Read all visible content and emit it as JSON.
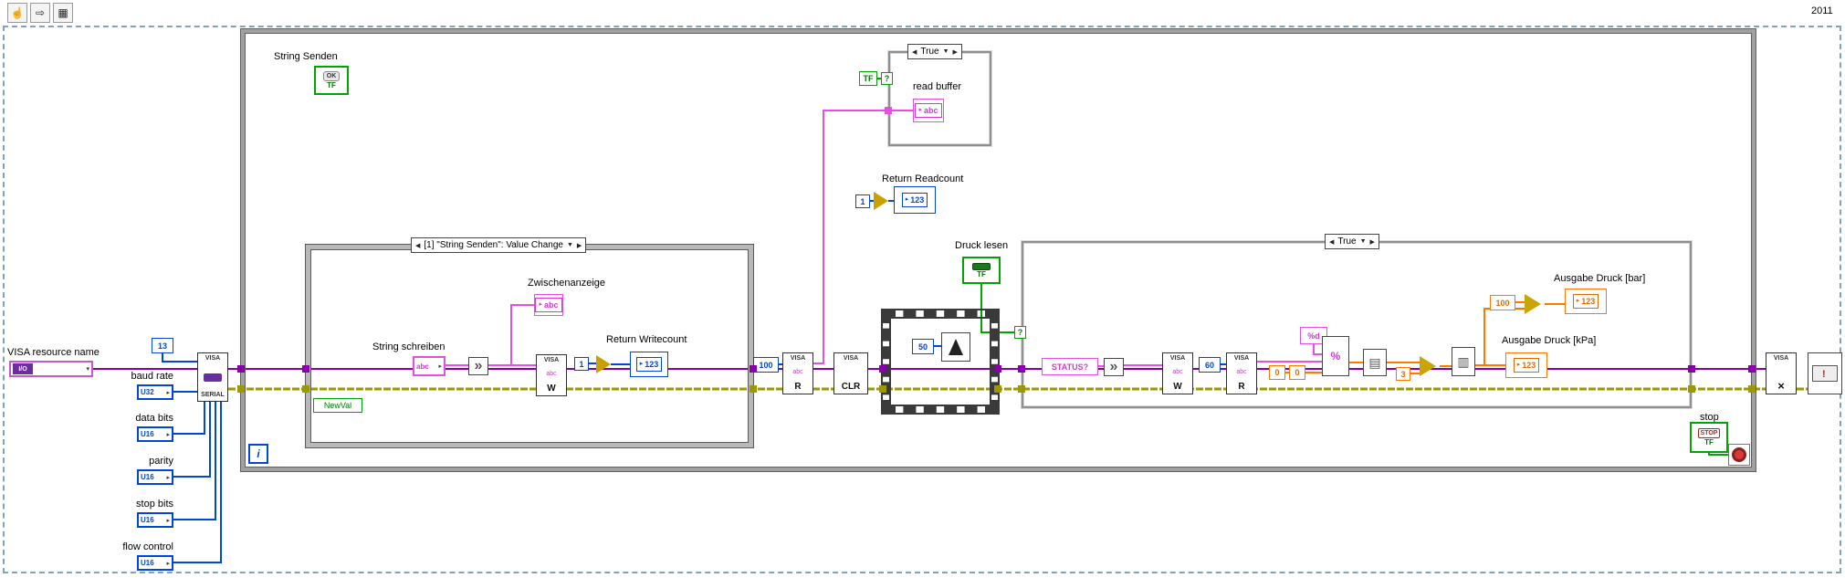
{
  "meta": {
    "version_label": "2011"
  },
  "colors": {
    "visa_wire": "#8800aa",
    "error_wire": "#9a9a00",
    "string_wire": "#e64fe6",
    "int_wire": "#0047d8",
    "float_wire": "#ff7700",
    "bool_wire": "#00a600"
  },
  "toolbar": {
    "tools": [
      {
        "name": "operate-tool",
        "glyph": "☝"
      },
      {
        "name": "position-tool",
        "glyph": "⇨"
      },
      {
        "name": "edit-tool",
        "glyph": "▦"
      }
    ]
  },
  "labels": {
    "visa_resource": "VISA resource name",
    "baud_rate": "baud rate",
    "data_bits": "data bits",
    "parity": "parity",
    "stop_bits": "stop bits",
    "flow_control": "flow control",
    "string_senden": "String Senden",
    "string_schreiben": "String schreiben",
    "zwischenanzeige": "Zwischenanzeige",
    "return_writecount": "Return Writecount",
    "newval": "NewVal",
    "read_buffer": "read buffer",
    "return_readcount": "Return Readcount",
    "druck_lesen": "Druck lesen",
    "ausgabe_bar": "Ausgabe Druck [bar]",
    "ausgabe_kpa": "Ausgabe Druck [kPa]",
    "stop": "stop"
  },
  "selectors": {
    "event_case": "[1] \"String Senden\": Value Change",
    "read_case": "True",
    "druck_case": "True"
  },
  "icons": {
    "arrow_left": "◀",
    "arrow_right": "▶",
    "arrow_down": "▼",
    "dropdown": "▾",
    "out_arrow": "▸",
    "concat_glyph": "»",
    "array_glyph": "▤",
    "build_glyph": "▥",
    "percent_glyph": "%",
    "close_glyph": "×",
    "error_glyph": "!"
  },
  "constants": {
    "termination": "13",
    "one_write": "1",
    "bytes_read": "100",
    "wait_ms": "50",
    "one_read": "1",
    "status_cmd": "STATUS?",
    "bytes_read2": "60",
    "zero_a": "0",
    "zero_b": "0",
    "format": "%d",
    "divisor": "3",
    "kpa_factor": "100"
  },
  "terminals": {
    "io": "I/O",
    "u32": "U32",
    "u16": "U16",
    "tf": "TF",
    "ok": "OK",
    "stop": "STOP",
    "abc": "abc",
    "num": "123",
    "iter": "i",
    "question": "?"
  },
  "nodes": {
    "visa": "VISA",
    "serial": "SERIAL",
    "write": "W",
    "read": "R",
    "clear": "CLR"
  }
}
